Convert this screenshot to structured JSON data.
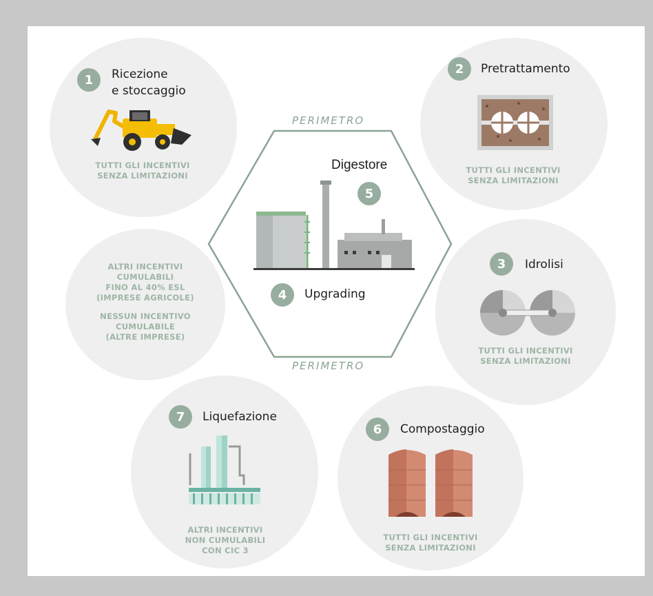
{
  "steps": [
    {
      "number": "1",
      "title_line1": "Ricezione",
      "title_line2": "e stoccaggio",
      "note_line1": "TUTTI GLI INCENTIVI",
      "note_line2": "SENZA LIMITAZIONI",
      "icon": "backhoe-loader-icon"
    },
    {
      "number": "2",
      "title": "Pretrattamento",
      "note_line1": "TUTTI GLI INCENTIVI",
      "note_line2": "SENZA LIMITAZIONI",
      "icon": "shredder-icon"
    },
    {
      "number": "3",
      "title": "Idrolisi",
      "note_line1": "TUTTI GLI INCENTIVI",
      "note_line2": "SENZA LIMITAZIONI",
      "icon": "hydrolysis-icon"
    },
    {
      "number": "4",
      "title": "Upgrading"
    },
    {
      "number": "5",
      "title": "Digestore",
      "icon": "digester-plant-icon"
    },
    {
      "number": "6",
      "title": "Compostaggio",
      "note_line1": "TUTTI GLI INCENTIVI",
      "note_line2": "SENZA LIMITAZIONI",
      "icon": "compost-silo-icon"
    },
    {
      "number": "7",
      "title": "Liquefazione",
      "note_line1": "ALTRI INCENTIVI",
      "note_line2": "NON CUMULABILI",
      "note_line3": "CON CIC 3",
      "icon": "liquefaction-plant-icon"
    }
  ],
  "perimeter_label": "PERIMETRO",
  "side_note": {
    "block1": [
      "ALTRI INCENTIVI",
      "CUMULABILI",
      "FINO AL 40% ESL",
      "(IMPRESE AGRICOLE)"
    ],
    "block2": [
      "NESSUN INCENTIVO",
      "CUMULABILE",
      "(ALTRE IMPRESE)"
    ]
  },
  "colors": {
    "badge": "#97ad9f",
    "note_text": "#9eb5a6",
    "circle": "#efefef",
    "frame": "#c8c8c9",
    "hexagon": "#8aa494"
  }
}
